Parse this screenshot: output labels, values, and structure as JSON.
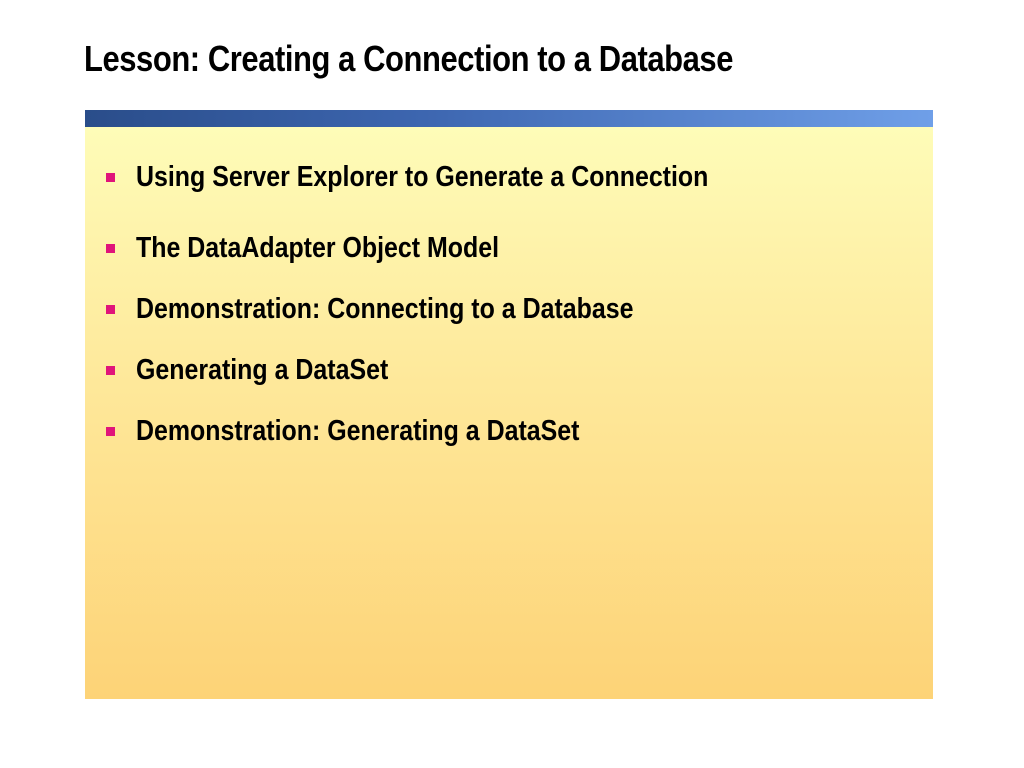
{
  "slide": {
    "title": "Lesson: Creating a Connection to a Database",
    "bullets": [
      "Using Server Explorer to Generate a Connection",
      "The DataAdapter Object Model",
      "Demonstration: Connecting to a Database",
      "Generating a DataSet",
      "Demonstration: Generating a DataSet"
    ]
  },
  "colors": {
    "bullet_marker": "#e0147a",
    "title_bar_start": "#2a4d8a",
    "title_bar_end": "#6f9fe8",
    "panel_top": "#fefcb8",
    "panel_bottom": "#fdd377"
  }
}
